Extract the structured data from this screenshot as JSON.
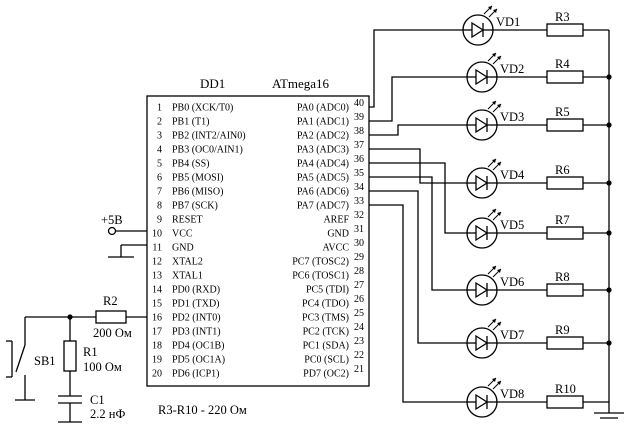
{
  "chip": {
    "ref": "DD1",
    "part": "ATmega16",
    "left_pins": [
      {
        "num": "1",
        "name": "PB0 (XCK/T0)"
      },
      {
        "num": "2",
        "name": "PB1 (T1)"
      },
      {
        "num": "3",
        "name": "PB2 (INT2/AIN0)"
      },
      {
        "num": "4",
        "name": "PB3 (OC0/AIN1)"
      },
      {
        "num": "5",
        "name": "PB4 (SS)"
      },
      {
        "num": "6",
        "name": "PB5 (MOSI)"
      },
      {
        "num": "7",
        "name": "PB6 (MISO)"
      },
      {
        "num": "8",
        "name": "PB7 (SCK)"
      },
      {
        "num": "9",
        "name": "RESET"
      },
      {
        "num": "10",
        "name": "VCC"
      },
      {
        "num": "11",
        "name": "GND"
      },
      {
        "num": "12",
        "name": "XTAL2"
      },
      {
        "num": "13",
        "name": "XTAL1"
      },
      {
        "num": "14",
        "name": "PD0 (RXD)"
      },
      {
        "num": "15",
        "name": "PD1 (TXD)"
      },
      {
        "num": "16",
        "name": "PD2 (INT0)"
      },
      {
        "num": "17",
        "name": "PD3 (INT1)"
      },
      {
        "num": "18",
        "name": "PD4 (OC1B)"
      },
      {
        "num": "19",
        "name": "PD5 (OC1A)"
      },
      {
        "num": "20",
        "name": "PD6 (ICP1)"
      }
    ],
    "right_pins": [
      {
        "num": "40",
        "name": "PA0 (ADC0)"
      },
      {
        "num": "39",
        "name": "PA1 (ADC1)"
      },
      {
        "num": "38",
        "name": "PA2 (ADC2)"
      },
      {
        "num": "37",
        "name": "PA3 (ADC3)"
      },
      {
        "num": "36",
        "name": "PA4 (ADC4)"
      },
      {
        "num": "35",
        "name": "PA5 (ADC5)"
      },
      {
        "num": "34",
        "name": "PA6 (ADC6)"
      },
      {
        "num": "33",
        "name": "PA7 (ADC7)"
      },
      {
        "num": "32",
        "name": "AREF"
      },
      {
        "num": "31",
        "name": "GND"
      },
      {
        "num": "30",
        "name": "AVCC"
      },
      {
        "num": "29",
        "name": "PC7 (TOSC2)"
      },
      {
        "num": "28",
        "name": "PC6 (TOSC1)"
      },
      {
        "num": "27",
        "name": "PC5 (TDI)"
      },
      {
        "num": "26",
        "name": "PC4 (TDO)"
      },
      {
        "num": "25",
        "name": "PC3 (TMS)"
      },
      {
        "num": "24",
        "name": "PC2 (TCK)"
      },
      {
        "num": "23",
        "name": "PC1 (SDA)"
      },
      {
        "num": "22",
        "name": "PC0 (SCL)"
      },
      {
        "num": "21",
        "name": "PD7 (OC2)"
      }
    ]
  },
  "led_channels": [
    {
      "led": "VD1",
      "resistor": "R3"
    },
    {
      "led": "VD2",
      "resistor": "R4"
    },
    {
      "led": "VD3",
      "resistor": "R5"
    },
    {
      "led": "VD4",
      "resistor": "R6"
    },
    {
      "led": "VD5",
      "resistor": "R7"
    },
    {
      "led": "VD6",
      "resistor": "R8"
    },
    {
      "led": "VD7",
      "resistor": "R9"
    },
    {
      "led": "VD8",
      "resistor": "R10"
    }
  ],
  "reset_circuit": {
    "r2_ref": "R2",
    "r2_value": "200 Ом",
    "r1_ref": "R1",
    "r1_value": "100 Ом",
    "c1_ref": "C1",
    "c1_value": "2.2 нФ",
    "switch_ref": "SB1"
  },
  "supply_label": "+5В",
  "note": "R3-R10 - 220 Ом"
}
